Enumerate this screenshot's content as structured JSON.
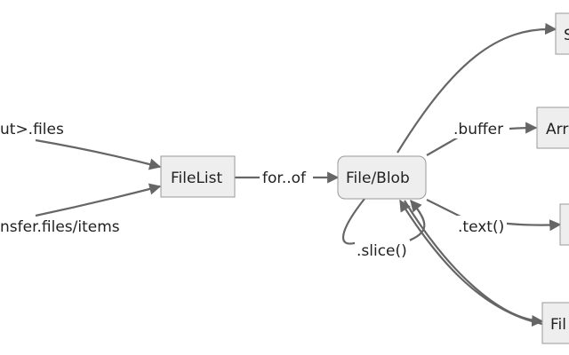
{
  "nodes": {
    "filelist": "FileList",
    "fileblob": "File/Blob",
    "top_right": "S",
    "array_right": "Arr",
    "file_right": "Fil"
  },
  "edges": {
    "input_files": "ut>.files",
    "transfer_files": "nsfer.files/items",
    "for_of": "for..of",
    "buffer": ".buffer",
    "text": ".text()",
    "slice": ".slice()"
  }
}
